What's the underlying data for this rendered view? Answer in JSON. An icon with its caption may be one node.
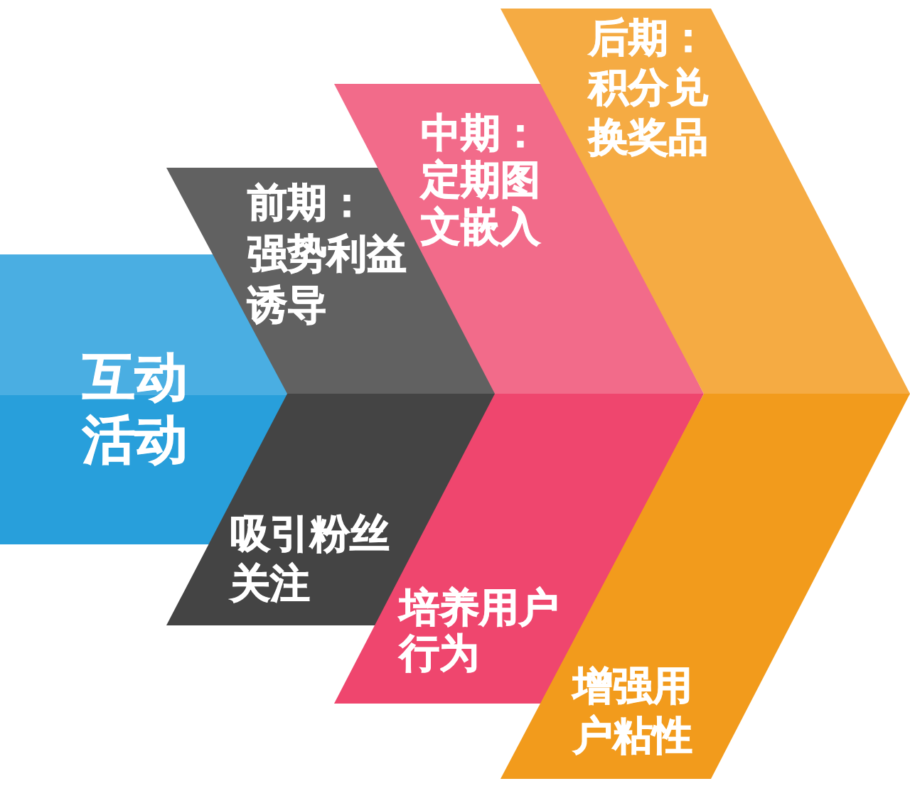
{
  "diagram": {
    "nodes": [
      {
        "text": [
          "互动活动"
        ]
      },
      {
        "text": [
          "前期：",
          "强势利益诱导",
          "吸引粉丝关注"
        ]
      },
      {
        "text": [
          "中期：",
          "定期图文嵌入",
          "培养用户行为"
        ]
      },
      {
        "text": [
          "后期：",
          "积分兑换奖品",
          "增强用户粘性"
        ]
      }
    ]
  }
}
